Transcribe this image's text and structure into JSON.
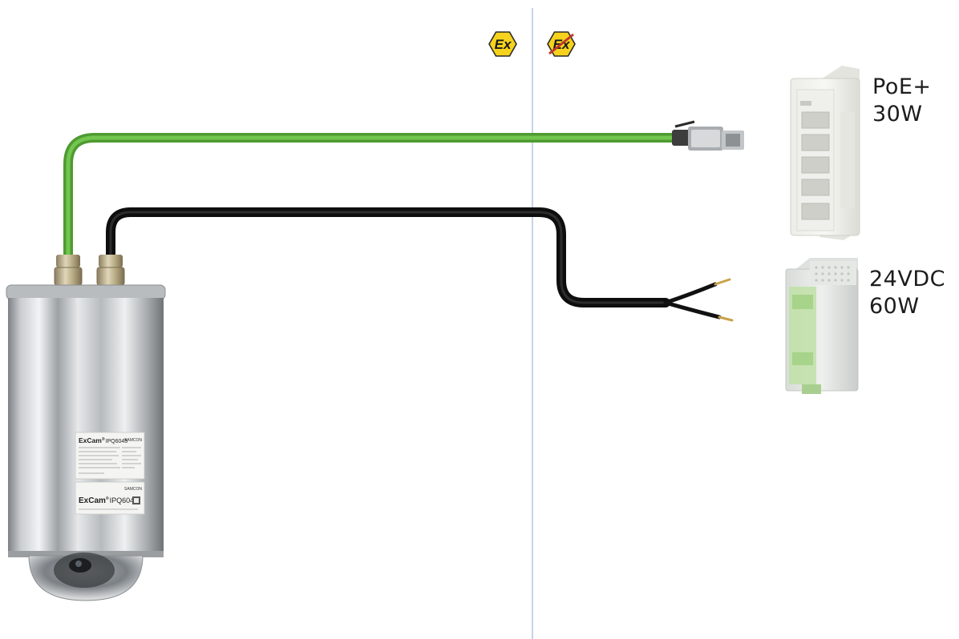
{
  "zones": {
    "hazardous_symbol": "Ex",
    "safe_symbol": "Ex"
  },
  "camera": {
    "label_1": {
      "brand": "ExCam",
      "trademark": "®",
      "model": "IPQ6045",
      "company": "SAMCON"
    },
    "label_2": {
      "brand": "ExCam",
      "trademark": "®",
      "model": "IPQ6045",
      "company": "SAMCON"
    }
  },
  "devices": {
    "poe_switch": {
      "line1": "PoE+",
      "line2": "30W"
    },
    "power_supply": {
      "line1": "24VDC",
      "line2": "60W"
    }
  },
  "colors": {
    "ethernet_cable": "#5bb03a",
    "power_cable": "#111111",
    "zone_divider": "#9fb8d4",
    "ex_badge": "#f7d21c"
  }
}
